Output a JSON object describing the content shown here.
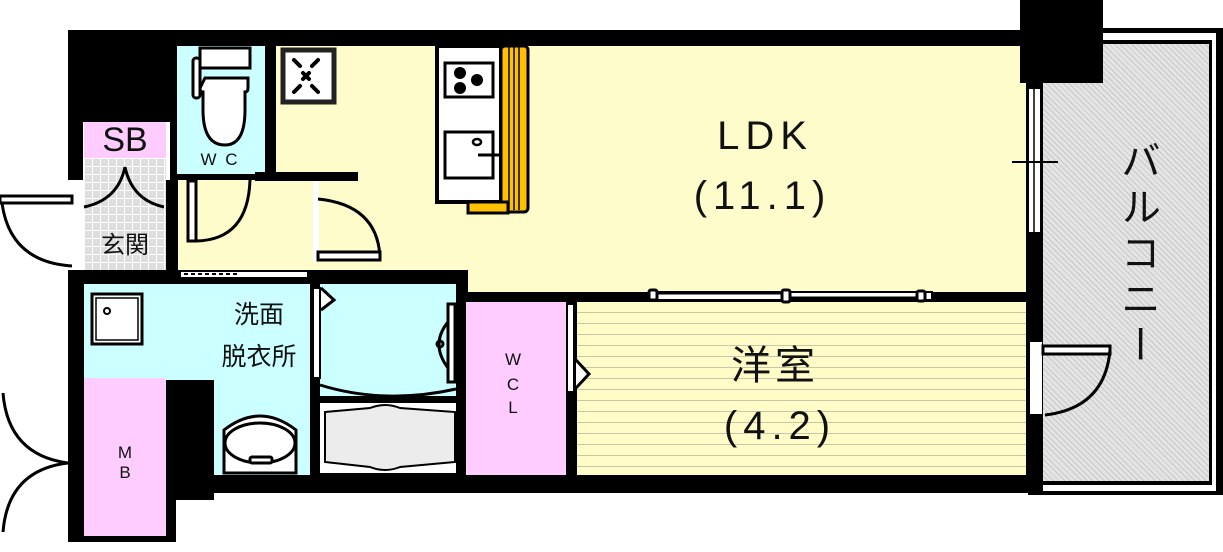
{
  "floorplan": {
    "rooms": {
      "ldk": {
        "name": "LDK",
        "area": "(11.1)"
      },
      "yoshitsu": {
        "name": "洋室",
        "area": "(4.2)"
      },
      "balcony": {
        "name": "バルコニー"
      },
      "genkan": {
        "name": "玄関"
      },
      "senmen": {
        "line1": "洗面",
        "line2": "脱衣所"
      },
      "wc": {
        "name": "W C"
      },
      "sb": {
        "name": "SB"
      },
      "wcl": {
        "line1": "W",
        "line2": "C",
        "line3": "L"
      },
      "mb": {
        "line1": "M",
        "line2": "B"
      }
    },
    "colors": {
      "wall": "#000000",
      "ldk": "#fffccc",
      "wet_area": "#ccffff",
      "storage": "#ffccff",
      "balcony": "#e4e4e4",
      "kitchen_counter": "#ffc000"
    }
  }
}
